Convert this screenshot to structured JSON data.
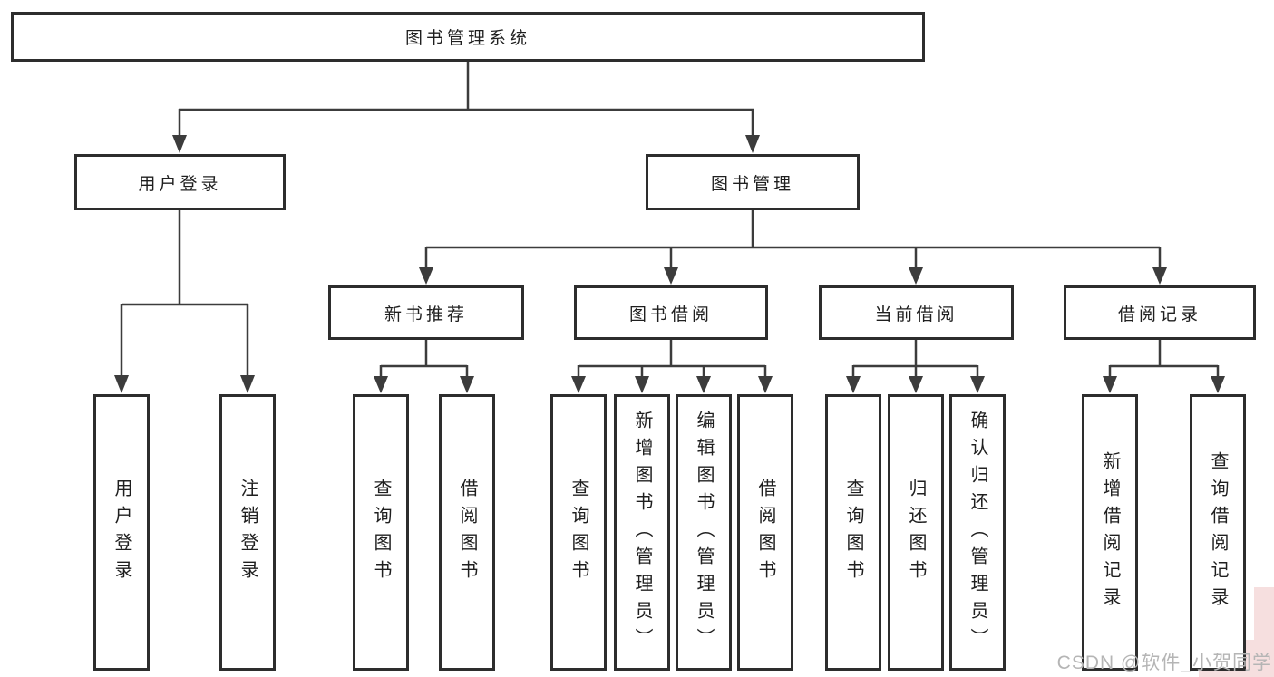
{
  "diagram": {
    "root": {
      "label": "图书管理系统"
    },
    "level2": [
      {
        "label": "用户登录"
      },
      {
        "label": "图书管理"
      }
    ],
    "level3": [
      {
        "label": "新书推荐"
      },
      {
        "label": "图书借阅"
      },
      {
        "label": "当前借阅"
      },
      {
        "label": "借阅记录"
      }
    ],
    "leaves": {
      "user_login": [
        "用户登录",
        "注销登录"
      ],
      "new_book": [
        "查询图书",
        "借阅图书"
      ],
      "book_borrow": [
        "查询图书",
        "新增图书（管理员）",
        "编辑图书（管理员）",
        "借阅图书"
      ],
      "current_borrow": [
        "查询图书",
        "归还图书",
        "确认归还（管理员）"
      ],
      "borrow_record": [
        "新增借阅记录",
        "查询借阅记录"
      ]
    }
  },
  "watermark": {
    "text": "CSDN @软件_小贺同学"
  },
  "colors": {
    "background": "#ffffff",
    "box_border": "#2d2d2d",
    "connector_line": "#3c3c3c",
    "text": "#1f1f1f",
    "watermark_text": "#b5b5b5",
    "watermark_bg": "#f6dfdf"
  }
}
